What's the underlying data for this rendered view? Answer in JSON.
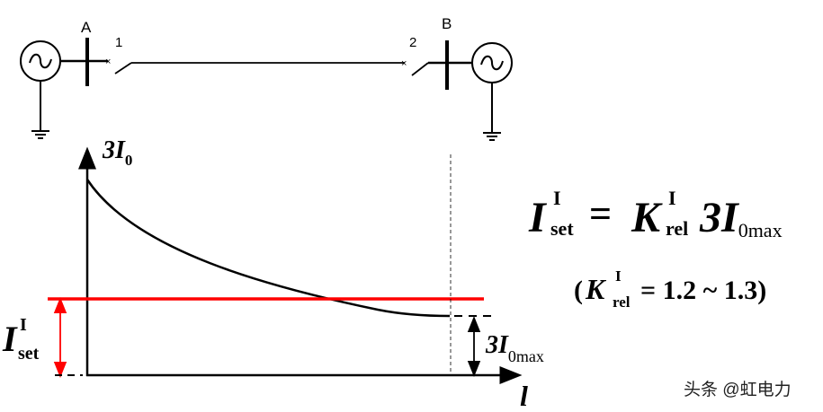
{
  "circuit": {
    "bus_a_label": "A",
    "bus_b_label": "B",
    "breaker_1_label": "1",
    "breaker_2_label": "2"
  },
  "chart": {
    "y_axis_label_main": "3I",
    "y_axis_label_sub": "0",
    "x_axis_label": "l",
    "iset_main": "I",
    "iset_sup": "I",
    "iset_sub": "set",
    "i0max_main": "3I",
    "i0max_sub": "0max"
  },
  "formula": {
    "lhs_main": "I",
    "lhs_sup": "I",
    "lhs_sub": "set",
    "equals": "=",
    "k_main": "K",
    "k_sup": "I",
    "k_sub": "rel",
    "rhs_main": "3I",
    "rhs_sub": "0max",
    "cond_open": "(",
    "cond_k": "K",
    "cond_k_sup": "I",
    "cond_k_sub": "rel",
    "cond_value": "= 1.2 ~ 1.3)"
  },
  "watermark": "头条 @虹电力",
  "colors": {
    "setting_line": "#ff0000",
    "ink": "#000000"
  }
}
